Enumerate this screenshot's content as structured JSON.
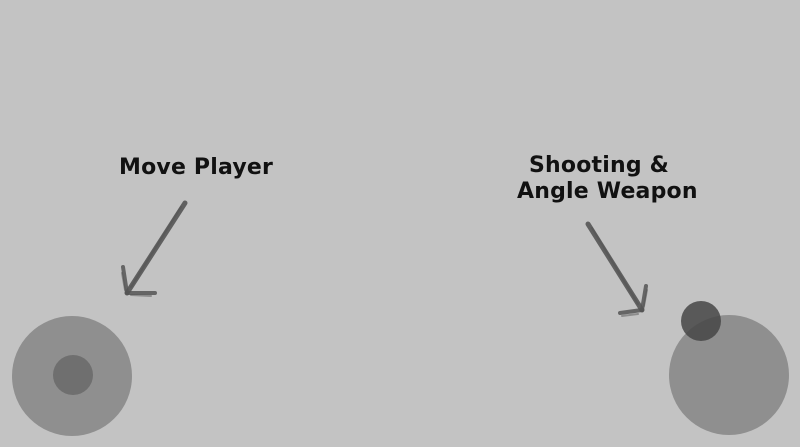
{
  "hints": {
    "move_label": "Move Player",
    "shoot_label_line1": "Shooting &",
    "shoot_label_line2": "Angle Weapon"
  },
  "icons": {
    "move_arrow": "hand-drawn-arrow-icon",
    "shoot_arrow": "hand-drawn-arrow-icon"
  },
  "colors": {
    "background": "#c3c3c3",
    "joystick_base": "#8f8f8f",
    "joystick_knob": "#6f6f6f",
    "aim_knob": "#464646",
    "text": "#111111",
    "arrow": "#555555"
  }
}
